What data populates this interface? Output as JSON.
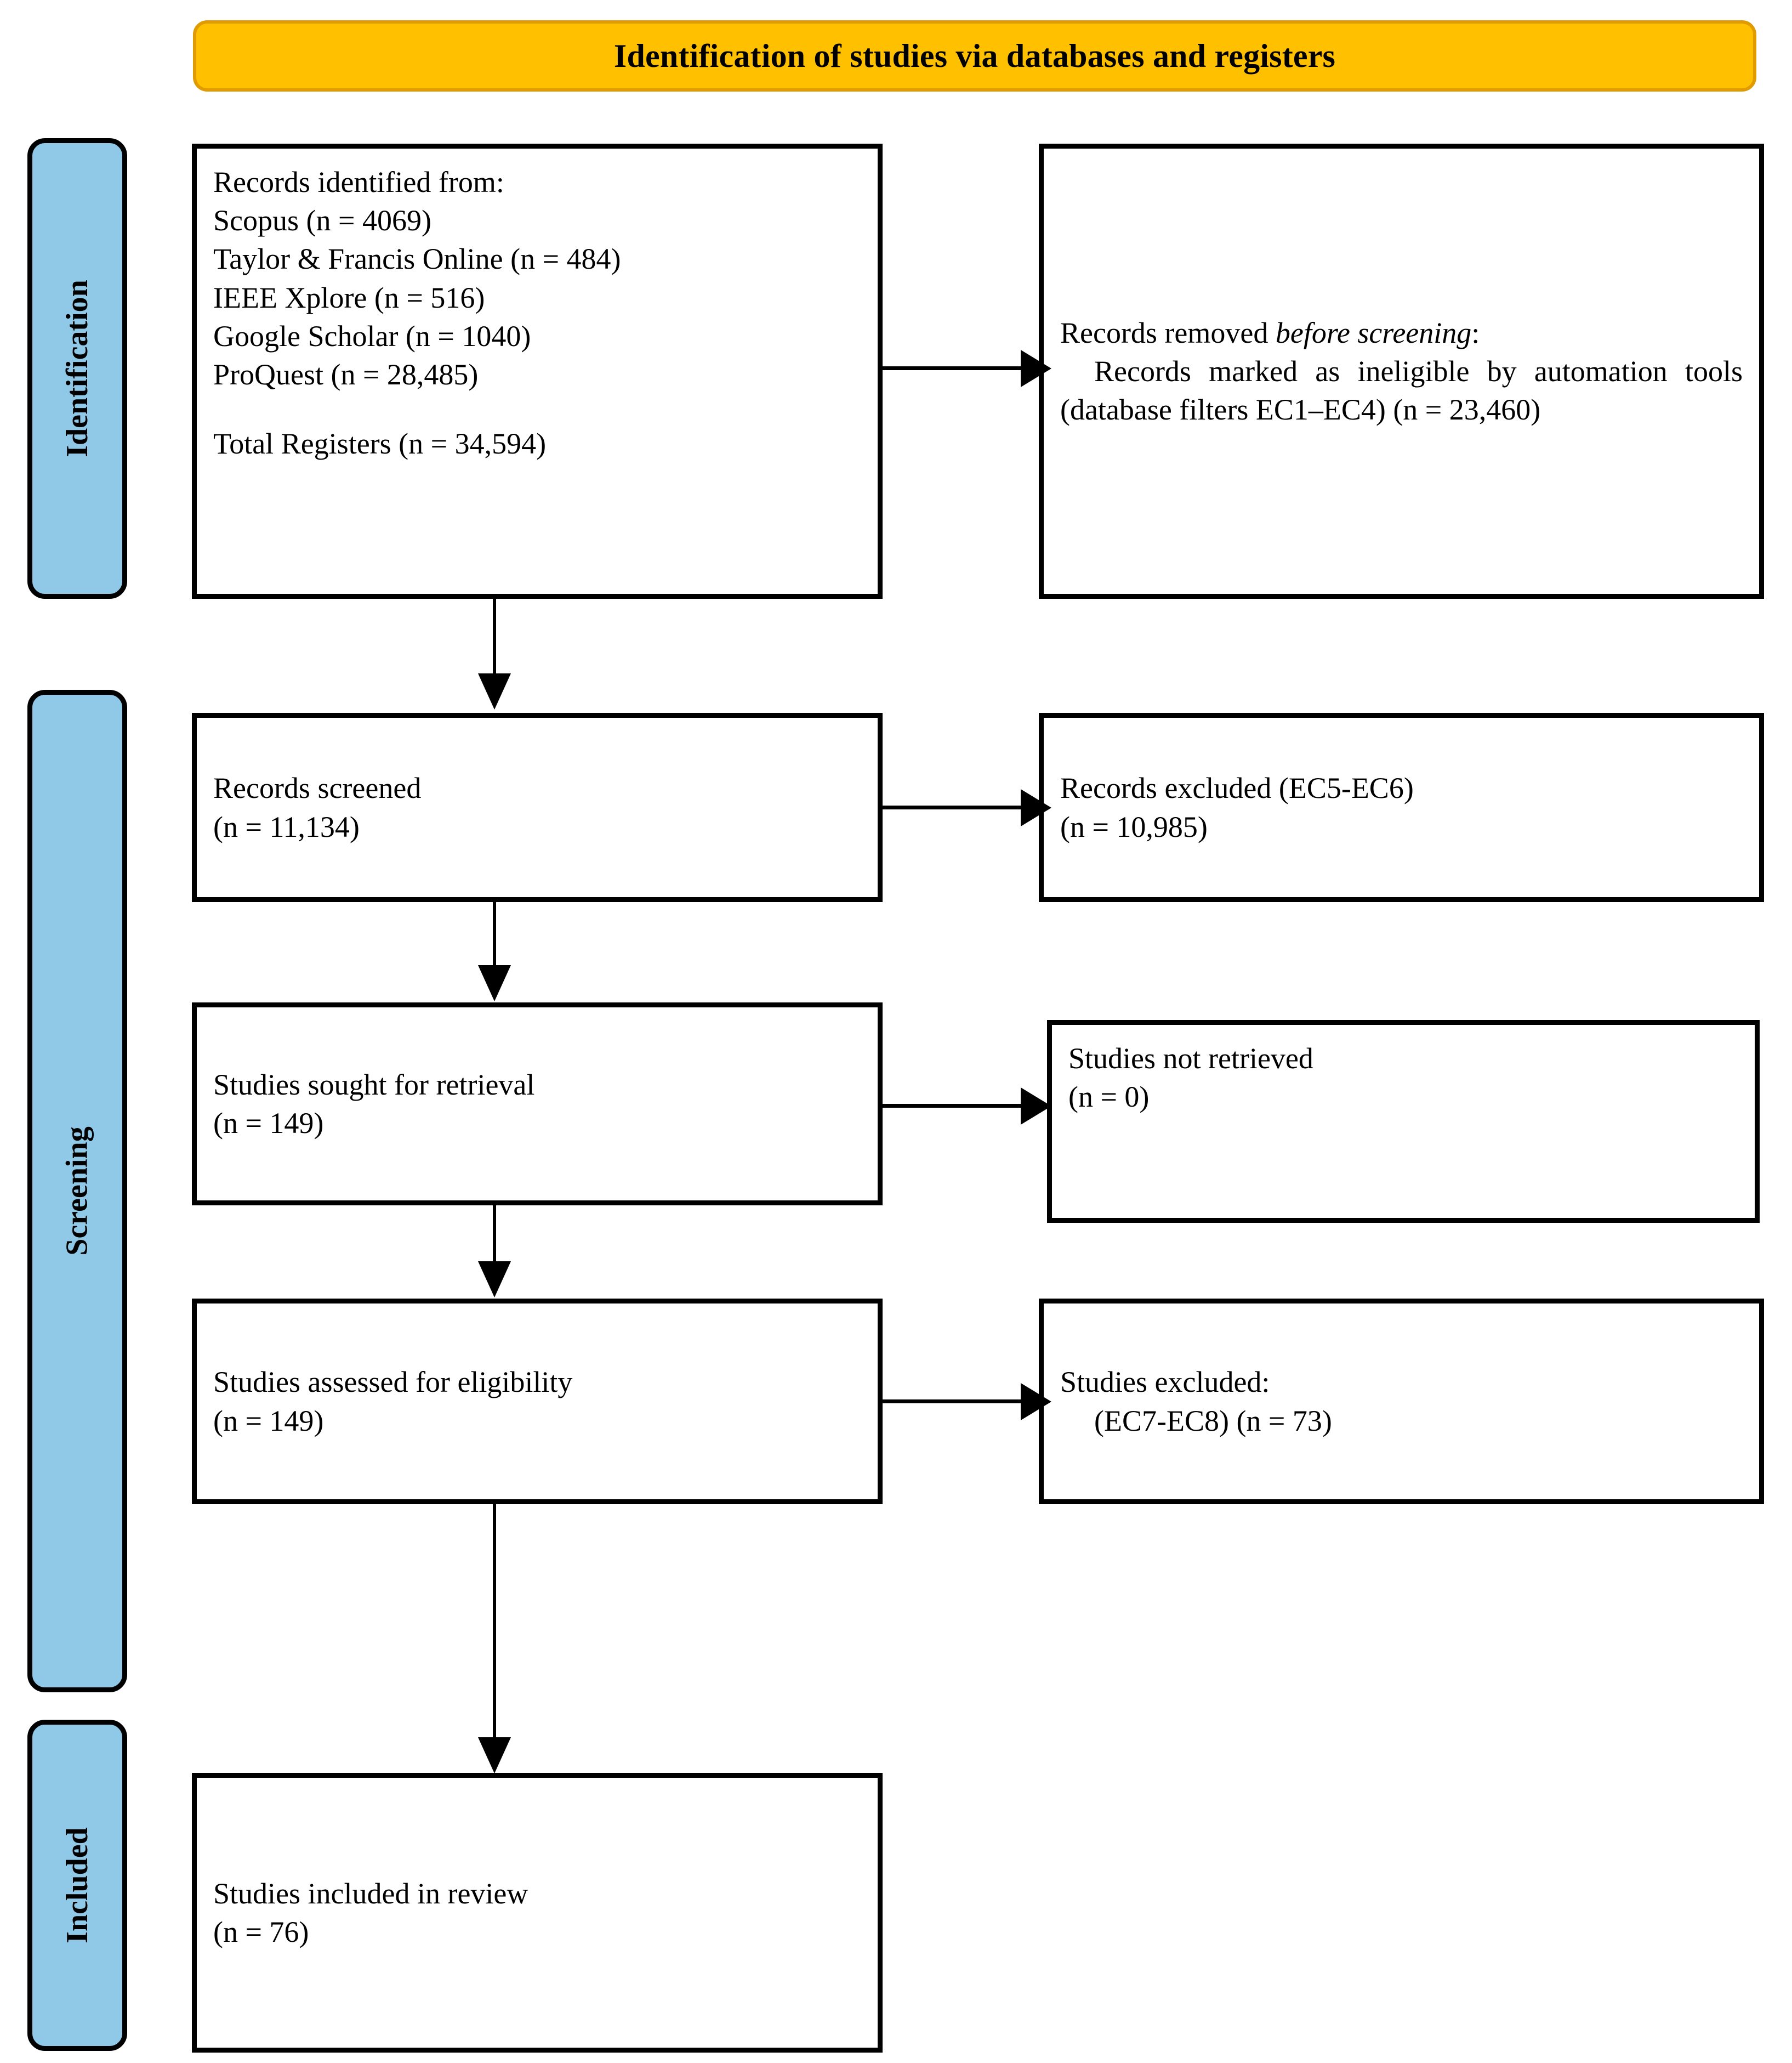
{
  "banner": {
    "title": "Identification of studies via databases and registers"
  },
  "stages": [
    {
      "id": "identification",
      "label": "Identification"
    },
    {
      "id": "screening",
      "label": "Screening"
    },
    {
      "id": "included",
      "label": "Included"
    }
  ],
  "boxes": {
    "identified": {
      "heading": "Records identified from:",
      "sources": [
        "Scopus (n = 4069)",
        "Taylor & Francis Online (n = 484)",
        "IEEE Xplore (n = 516)",
        "Google Scholar (n = 1040)",
        "ProQuest (n = 28,485)"
      ],
      "total": "Total Registers (n = 34,594)"
    },
    "removed": {
      "heading_before": "Records removed ",
      "heading_italic": "before screening",
      "heading_after": ":",
      "detail": "Records marked as ineligible by automation tools (database filters EC1–EC4) (n = 23,460)"
    },
    "screened": {
      "label": "Records screened",
      "count": "(n = 11,134)"
    },
    "records_excluded": {
      "label": "Records excluded (EC5-EC6)",
      "count": "(n = 10,985)"
    },
    "sought": {
      "label": "Studies sought for retrieval",
      "count": "(n = 149)"
    },
    "not_retrieved": {
      "label": "Studies not retrieved",
      "count": "(n = 0)"
    },
    "assessed": {
      "label": "Studies assessed for eligibility",
      "count": "(n = 149)"
    },
    "studies_excluded": {
      "label": "Studies excluded:",
      "detail": "(EC7-EC8) (n = 73)"
    },
    "included": {
      "label": "Studies included in review",
      "count": "(n = 76)"
    }
  },
  "colors": {
    "banner_fill": "#FFC000",
    "banner_border": "#E09B00",
    "stage_fill": "#90C8E8",
    "line": "#000000"
  },
  "chart_data": {
    "type": "table",
    "title": "Identification of studies via databases and registers",
    "flow": [
      {
        "stage": "Identification",
        "node": "Records identified from Scopus",
        "n": 4069
      },
      {
        "stage": "Identification",
        "node": "Records identified from Taylor & Francis Online",
        "n": 484
      },
      {
        "stage": "Identification",
        "node": "Records identified from IEEE Xplore",
        "n": 516
      },
      {
        "stage": "Identification",
        "node": "Records identified from Google Scholar",
        "n": 1040
      },
      {
        "stage": "Identification",
        "node": "Records identified from ProQuest",
        "n": 28485
      },
      {
        "stage": "Identification",
        "node": "Total Registers",
        "n": 34594
      },
      {
        "stage": "Identification",
        "node": "Records removed before screening (EC1–EC4)",
        "n": 23460
      },
      {
        "stage": "Screening",
        "node": "Records screened",
        "n": 11134
      },
      {
        "stage": "Screening",
        "node": "Records excluded (EC5-EC6)",
        "n": 10985
      },
      {
        "stage": "Screening",
        "node": "Studies sought for retrieval",
        "n": 149
      },
      {
        "stage": "Screening",
        "node": "Studies not retrieved",
        "n": 0
      },
      {
        "stage": "Screening",
        "node": "Studies assessed for eligibility",
        "n": 149
      },
      {
        "stage": "Screening",
        "node": "Studies excluded (EC7-EC8)",
        "n": 73
      },
      {
        "stage": "Included",
        "node": "Studies included in review",
        "n": 76
      }
    ]
  }
}
